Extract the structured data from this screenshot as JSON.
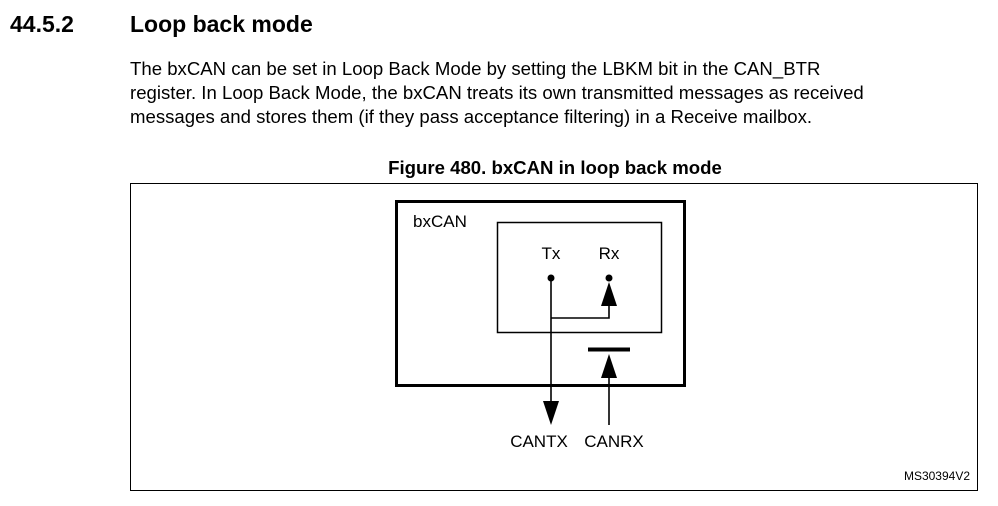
{
  "section": {
    "number": "44.5.2",
    "title": "Loop back mode"
  },
  "paragraph": {
    "lines": [
      "The bxCAN can be set in Loop Back Mode by setting the LBKM bit in the CAN_BTR",
      "register. In Loop Back Mode, the bxCAN treats its own transmitted messages as received",
      "messages and stores them (if they pass acceptance filtering) in a Receive mailbox."
    ]
  },
  "figure": {
    "caption": "Figure 480. bxCAN in loop back mode",
    "block_label": "bxCAN",
    "tx_label": "Tx",
    "rx_label": "Rx",
    "cantx_label": "CANTX",
    "canrx_label": "CANRX",
    "reference_code": "MS30394V2"
  }
}
